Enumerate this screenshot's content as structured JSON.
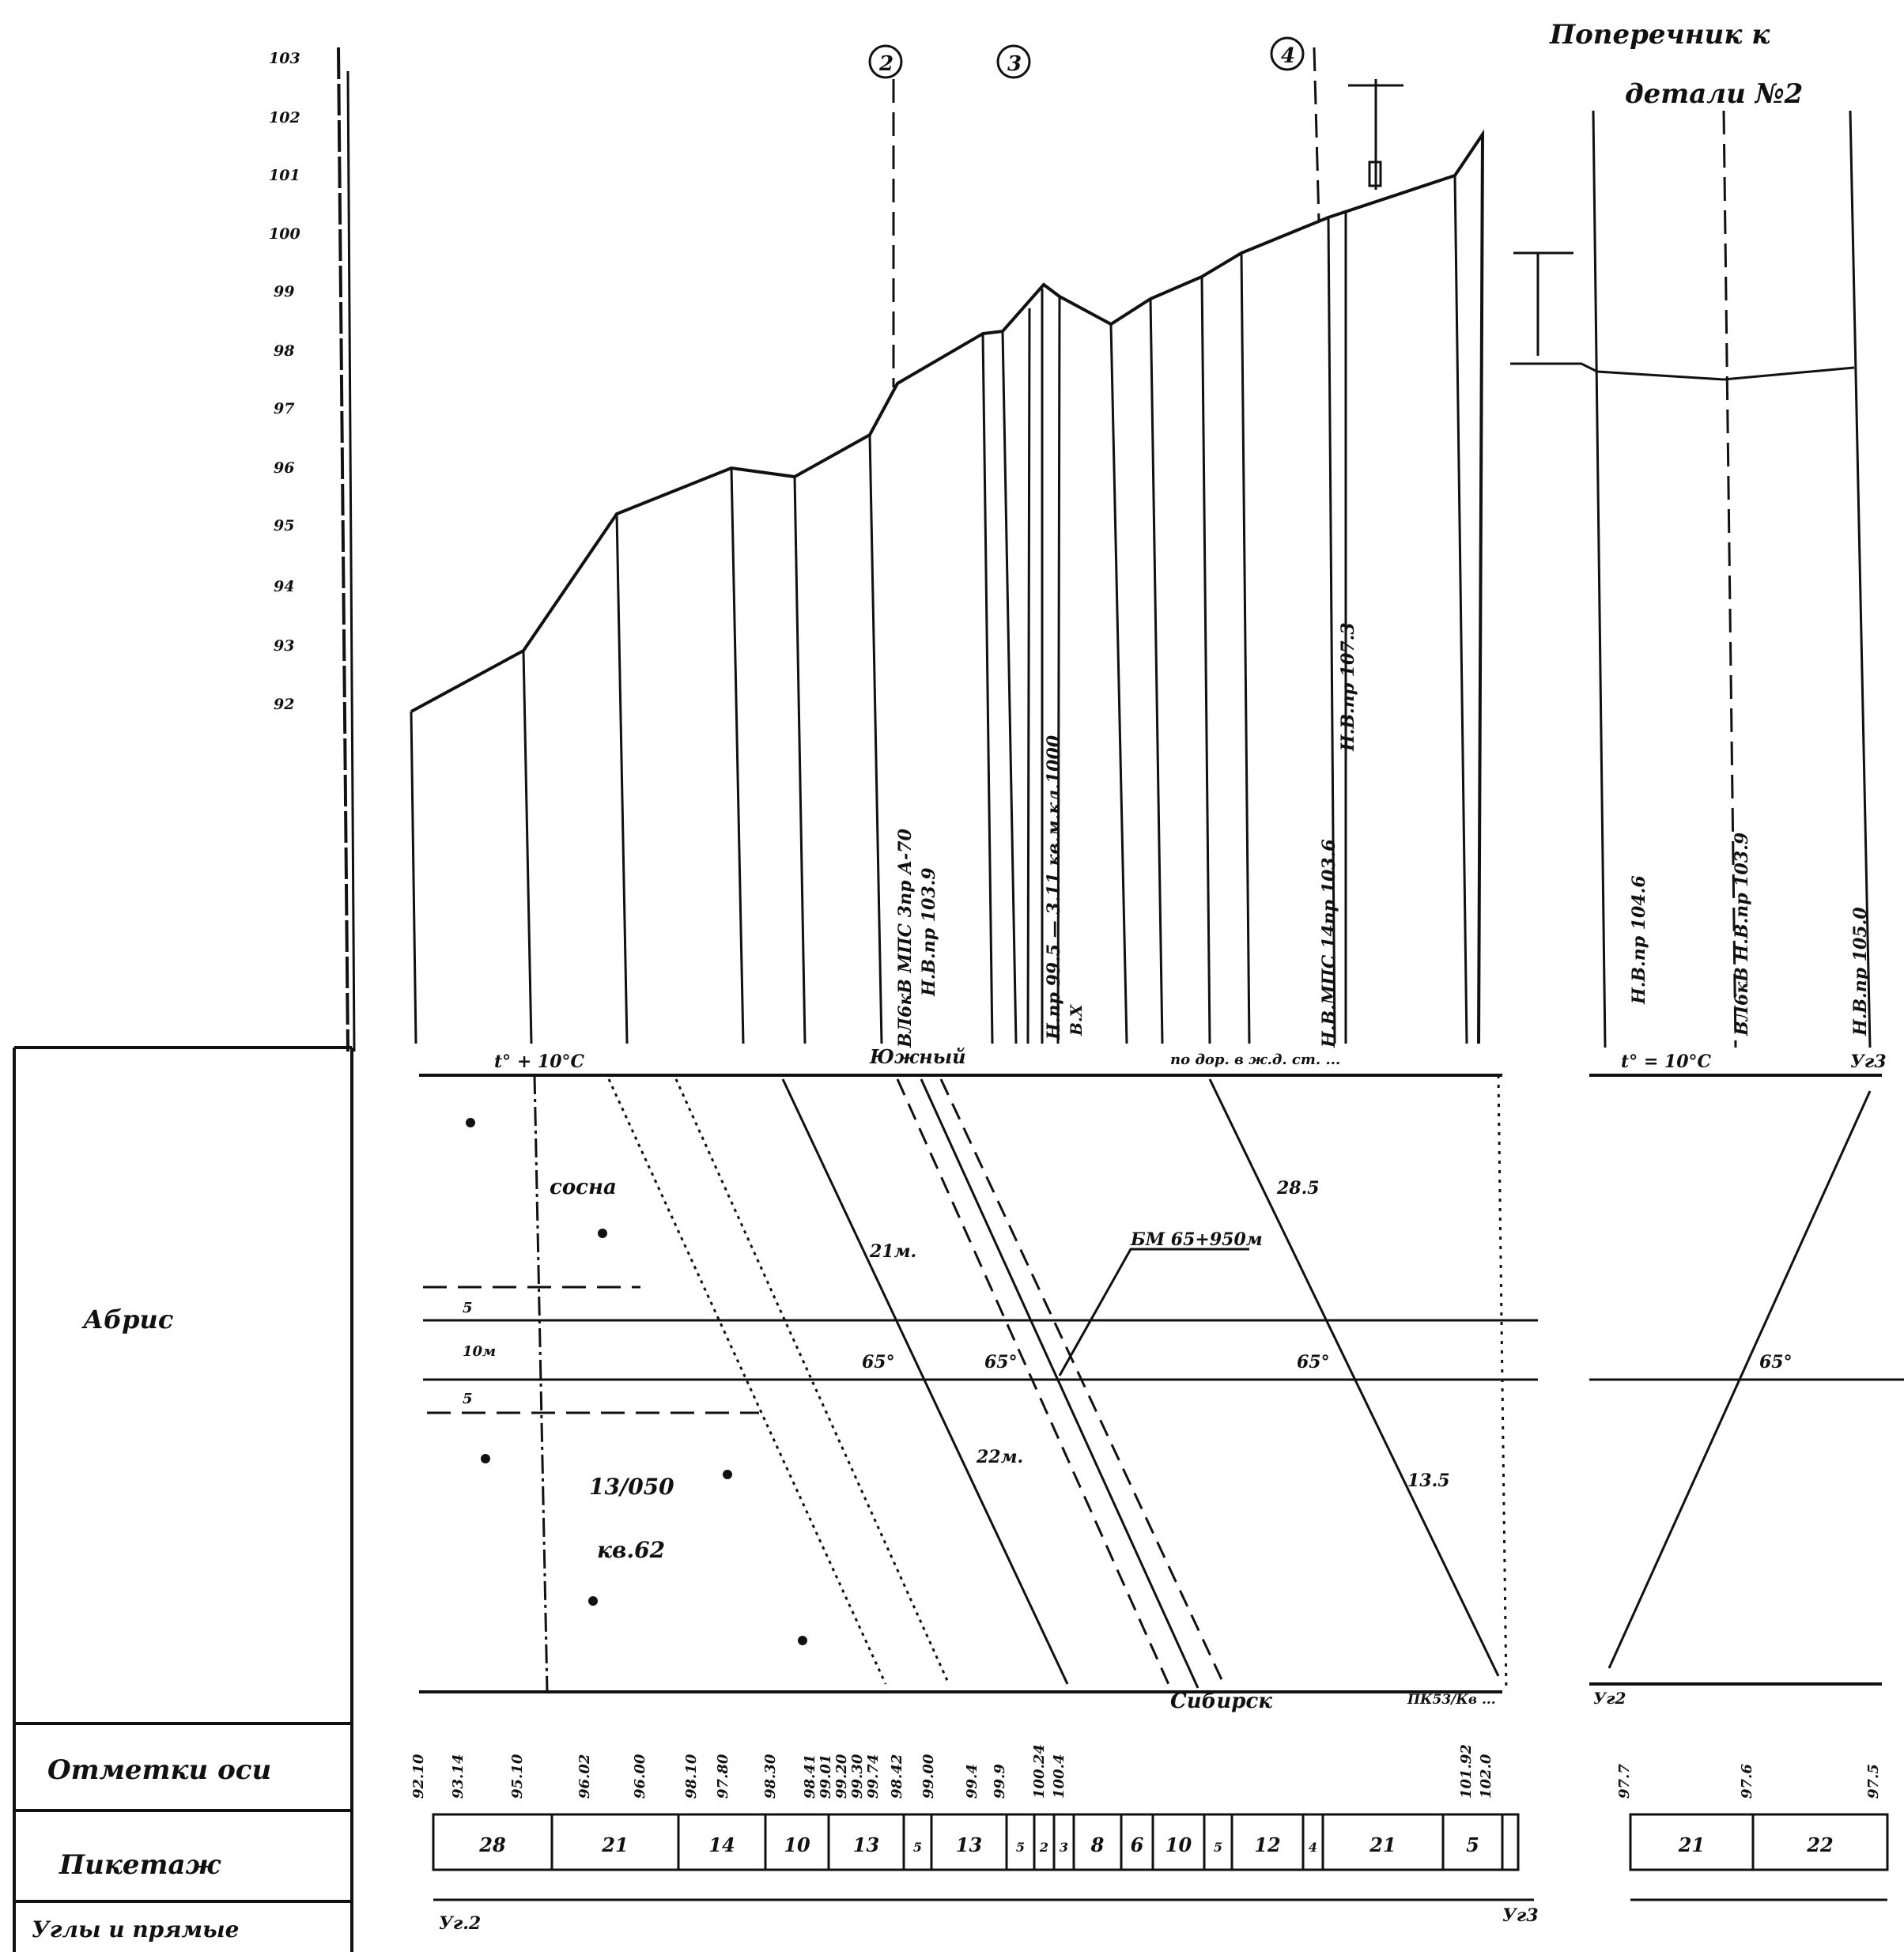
{
  "drawing": {
    "title_line1": "Поперечник к",
    "title_line2": "детали №2",
    "profile": {
      "scale_labels": [
        "103",
        "102",
        "101",
        "100",
        "99",
        "98",
        "97",
        "96",
        "95",
        "94",
        "93",
        "92"
      ],
      "crossing_markers": [
        "2",
        "3",
        "4"
      ],
      "annotations": [
        "ВЛ6кВ МПС 3пр А-70",
        "Н.В.пр 103.9",
        "Н.пр 99.5 — 3.11 кв.м.кл.1000",
        "В.Х",
        "Н.В.МПС 14пр 103.6",
        "Н.В.пр 107.3",
        "Н.В.пр 104.6",
        "ВЛ6кВ Н.В.пр 103.9",
        "Н.В.пр 105.0"
      ]
    },
    "plan": {
      "top_road_labels": [
        "t° + 10°C",
        "Южный",
        "по дор. в ж.д. ст. ...",
        "t° = 10°C",
        "Уг3"
      ],
      "bottom_road_labels": [
        "Сибирск",
        "ПК53/Кв ...",
        "Уг2"
      ],
      "notes": [
        "сосна",
        "13/050",
        "кв.62",
        "21м.",
        "22м.",
        "28.5",
        "13.5",
        "65°",
        "65°",
        "65°",
        "65°",
        "БМ 65+950м",
        "5",
        "10м",
        "5"
      ]
    },
    "table": {
      "rows": [
        {
          "label": "Абрис"
        },
        {
          "label": "Отметки оси"
        },
        {
          "label": "Пикетаж"
        },
        {
          "label": "Углы и прямые"
        }
      ],
      "elevations_main": [
        "92.10",
        "93.14",
        "95.10",
        "96.02",
        "96.00",
        "98.10",
        "97.80",
        "98.30",
        "98.41",
        "99.01",
        "99.20",
        "99.30",
        "99.74",
        "98.42",
        "99.00",
        "99.4",
        "99.9",
        "100.24",
        "100.4",
        "101.92",
        "102.0"
      ],
      "elevations_side": [
        "97.7",
        "97.6",
        "97.5"
      ],
      "pickets_main": [
        "28",
        "21",
        "14",
        "10",
        "13",
        "5",
        "13",
        "5",
        "2",
        "3",
        "8",
        "6",
        "10",
        "5",
        "12",
        "4",
        "21",
        "5"
      ],
      "pickets_side": [
        "21",
        "22"
      ],
      "angle_start": "Уг.2",
      "angle_end": "Уг3"
    }
  }
}
